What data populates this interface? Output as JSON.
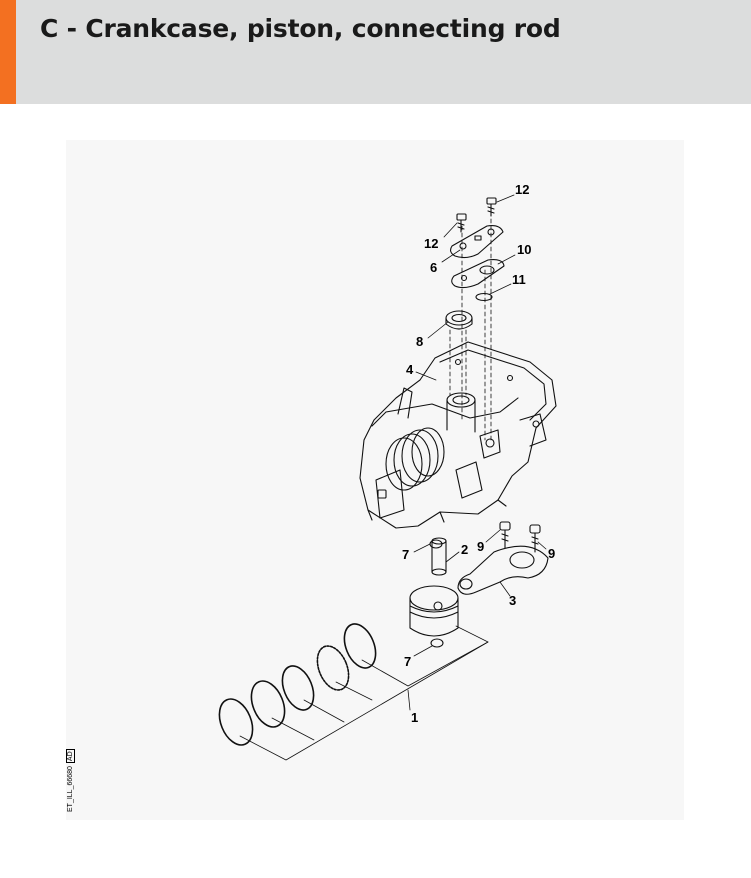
{
  "header": {
    "title": "C - Crankcase, piston, connecting rod",
    "accent_color": "#f37021",
    "band_color": "#dcdddd"
  },
  "diagram": {
    "callouts": [
      "12",
      "12",
      "6",
      "10",
      "11",
      "8",
      "4",
      "7",
      "2",
      "9",
      "9",
      "3",
      "7",
      "1"
    ],
    "reference_code": "ET_ILL_66680",
    "revision": "AD"
  }
}
